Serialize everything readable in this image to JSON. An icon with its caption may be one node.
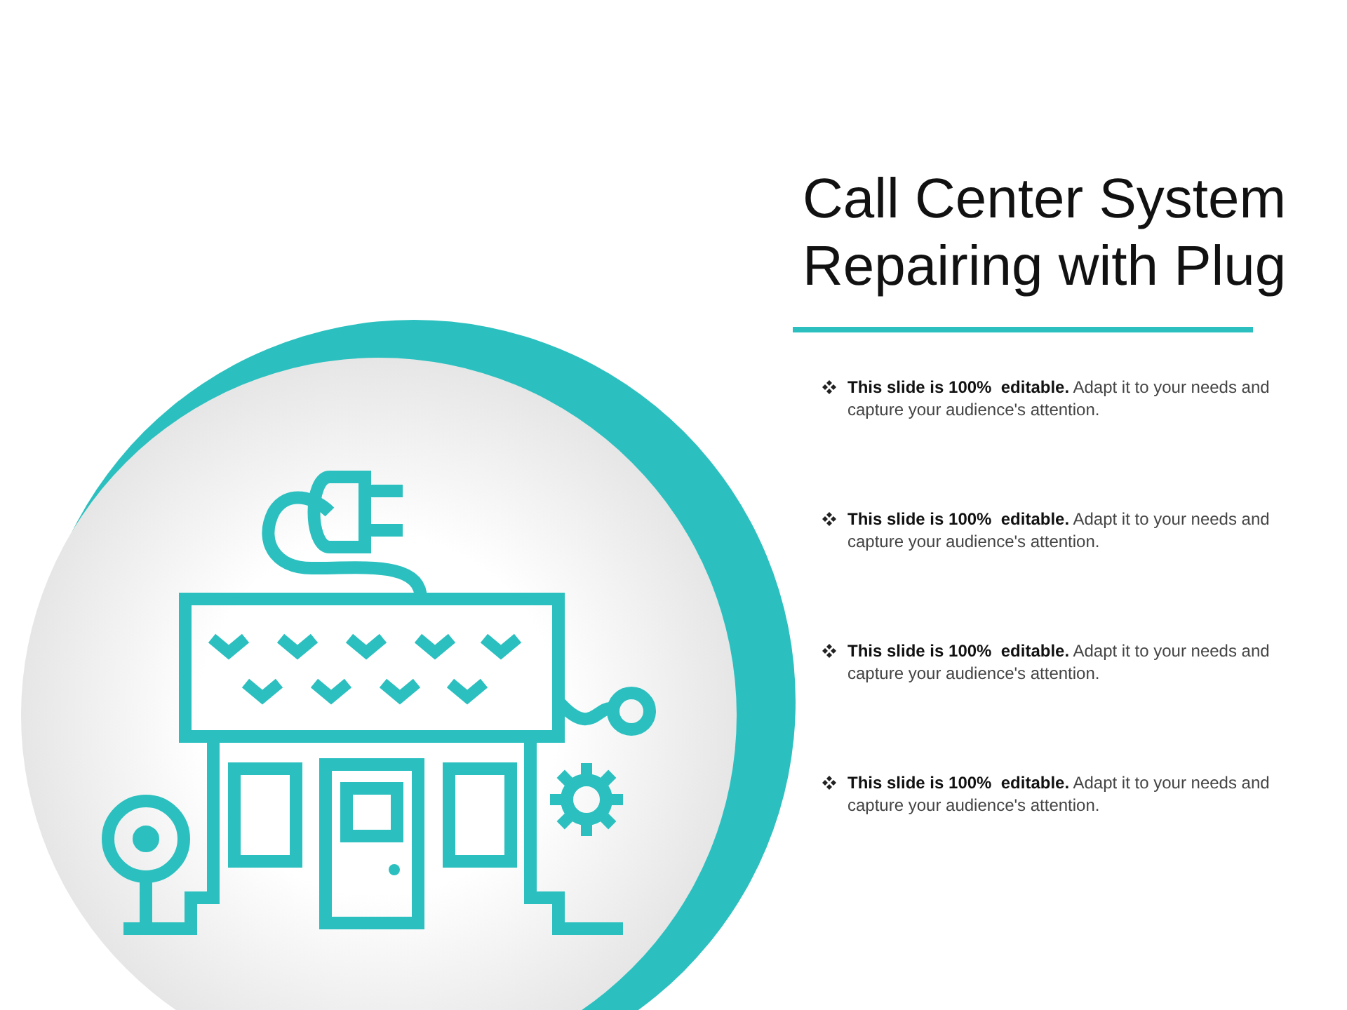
{
  "diagram": {
    "title": "Call Center System Repairing with Plug",
    "labels": [
      "**This slide is 100%  editable.** Adapt it to your needs and capture your audience's attention.",
      "**This slide is 100%  editable.** Adapt it to your needs and capture your audience's attention.",
      "**This slide is 100%  editable.** Adapt it to your needs and capture your audience's attention.",
      "**This slide is 100%  editable.** Adapt it to your needs and capture your audience's attention."
    ]
  }
}
